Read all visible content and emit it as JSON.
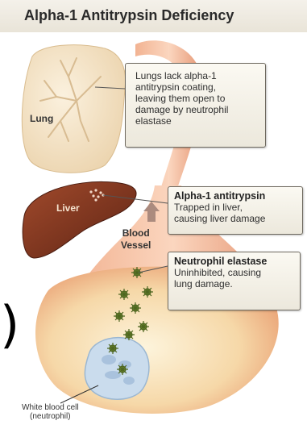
{
  "title": "Alpha-1 Antitrypsin Deficiency",
  "labels": {
    "lung": "Lung",
    "liver": "Liver",
    "blood_vessel_line1": "Blood",
    "blood_vessel_line2": "Vessel",
    "wbc_line1": "White blood cell",
    "wbc_line2": "(neutrophil)"
  },
  "callouts": {
    "lung": {
      "lines": [
        "Lungs lack alpha-1",
        "antitrypsin coating,",
        "leaving them open to",
        "damage by neutrophil",
        "elastase"
      ]
    },
    "liver": {
      "heading": "Alpha-1 antitrypsin",
      "lines": [
        "Trapped in liver,",
        "causing liver damage"
      ]
    },
    "neutrophil": {
      "heading": "Neutrophil elastase",
      "lines": [
        "Uninhibited, causing",
        "lung damage."
      ]
    }
  },
  "edge_glyph": ")",
  "colors": {
    "lung": "#f3e2c6",
    "liver": "#7a3320",
    "vessel": "#e8a07a",
    "cell": "#c9dced",
    "elastase": "#6f8a2e",
    "title_bg": "#ece7db"
  }
}
